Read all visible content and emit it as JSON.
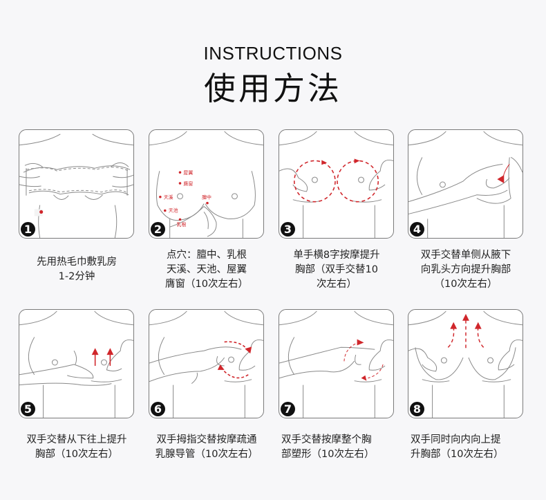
{
  "header": {
    "title_en": "INSTRUCTIONS",
    "title_zh": "使用方法"
  },
  "colors": {
    "background": "#f7f7f9",
    "card_border": "#7a7a7a",
    "accent_red": "#d0262b",
    "text": "#222222"
  },
  "steps": [
    {
      "number": "1",
      "caption": "先用热毛巾敷乳房\n1-2分钟",
      "illustration": "warm-towel-compress"
    },
    {
      "number": "2",
      "caption": "点穴：膻中、乳根\n天溪、天池、屋翼\n膺窗（10次左右）",
      "illustration": "acupoints",
      "acupoints": [
        "屋翼",
        "膺窗",
        "天溪",
        "天池",
        "膻中",
        "乳根"
      ]
    },
    {
      "number": "3",
      "caption": "单手横8字按摩提升\n胸部（双手交替10\n次左右）",
      "illustration": "figure-eight-massage"
    },
    {
      "number": "4",
      "caption": "双手交替单侧从腋下\n向乳头方向提升胸部\n（10次左右）",
      "illustration": "armpit-to-nipple-lift"
    },
    {
      "number": "5",
      "caption": "双手交替从下往上提升\n胸部（10次左右）",
      "illustration": "bottom-up-lift"
    },
    {
      "number": "6",
      "caption": "双手拇指交替按摩疏通\n乳腺导管（10次左右）",
      "illustration": "thumb-massage"
    },
    {
      "number": "7",
      "caption": "双手交替按摩整个胸\n部塑形（10次左右）",
      "illustration": "whole-breast-shaping"
    },
    {
      "number": "8",
      "caption": "双手同时向内向上提\n升胸部（10次左右）",
      "illustration": "inward-upward-lift"
    }
  ]
}
